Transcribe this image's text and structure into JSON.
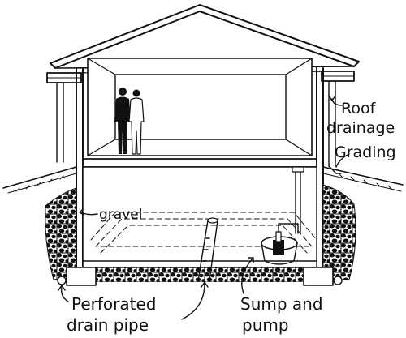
{
  "labels": {
    "roof_drainage_line1": "Roof",
    "roof_drainage_line2": "drainage",
    "grading": "Grading",
    "gravel": "gravel",
    "perforated_line1": "Perforated",
    "perforated_line2": "drain pipe",
    "sump_line1": "Sump and",
    "sump_line2": "pump"
  },
  "colors": {
    "ink": "#111111",
    "paper": "#ffffff"
  }
}
